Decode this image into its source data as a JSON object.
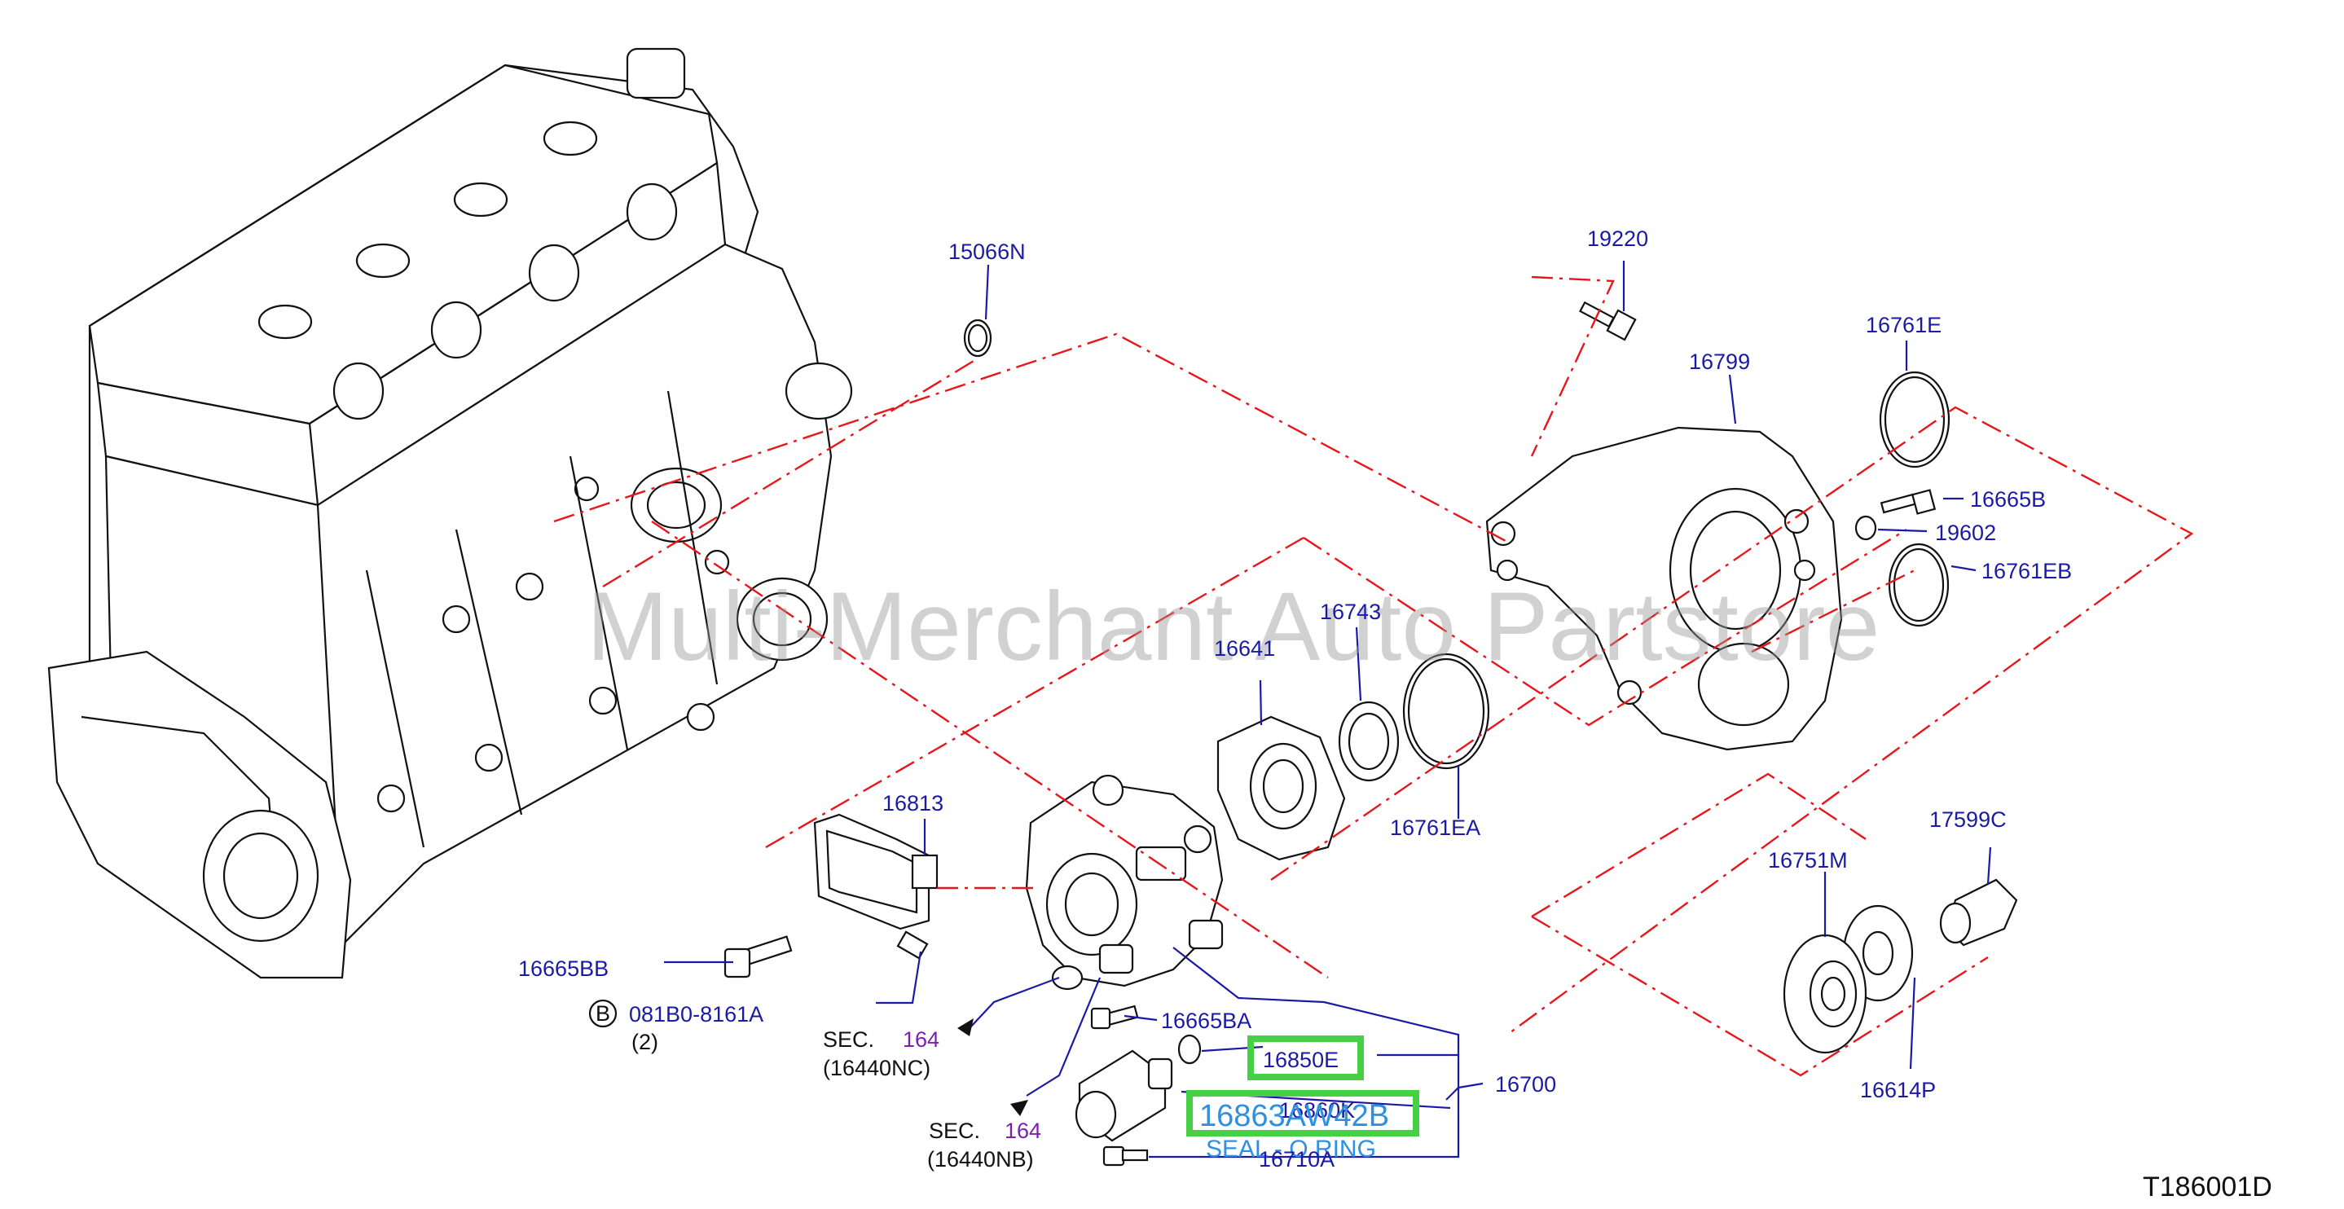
{
  "watermark": "Multi-Merchant Auto Partstore",
  "drawing_code": "T186001D",
  "labels": {
    "p15066N": "15066N",
    "p19220": "19220",
    "p16761E": "16761E",
    "p16799": "16799",
    "p16665B": "16665B",
    "p19602": "19602",
    "p16761EB": "16761EB",
    "p16743": "16743",
    "p16641": "16641",
    "p16761EA": "16761EA",
    "p16813": "16813",
    "p17599C": "17599C",
    "p16751M": "16751M",
    "p16665BB": "16665BB",
    "p081B0": "081B0-8161A",
    "p081B0_qty": "(2)",
    "p081B0_badge": "B",
    "sec1_text": "SEC.",
    "sec1_num": "164",
    "sec1_ref": "(16440NC)",
    "sec2_text": "SEC.",
    "sec2_num": "164",
    "sec2_ref": "(16440NB)",
    "p16665BA": "16665BA",
    "p16700": "16700",
    "p16614P": "16614P",
    "p16850E": "16850E",
    "p16860K": "16860K",
    "p16710A": "16710A",
    "highlight_part": "16863AW42B",
    "highlight_desc": "SEAL - O RING"
  },
  "colors": {
    "label_blue": "#1a1aa6",
    "dash_red": "#e8161b",
    "highlight_green": "#46d046",
    "highlight_text": "#2f8fe0",
    "section_purple": "#7a1fb0"
  }
}
